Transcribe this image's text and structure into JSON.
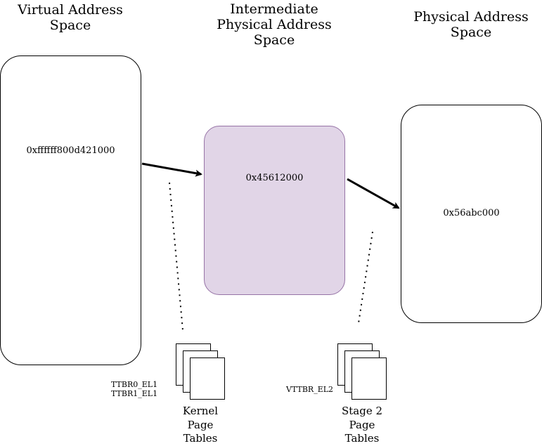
{
  "titles": {
    "virtual": "Virtual Address\nSpace",
    "intermediate": "Intermediate\nPhysical Address\nSpace",
    "physical": "Physical Address\nSpace"
  },
  "boxes": {
    "virtual_address": "0xffffff800d421000",
    "intermediate_address": "0x45612000",
    "physical_address": "0x56abc000"
  },
  "registers": {
    "kernel": "TTBR0_EL1\nTTBR1_EL1",
    "stage2": "VTTBR_EL2"
  },
  "page_tables": {
    "kernel": "Kernel\nPage\nTables",
    "stage2": "Stage 2\nPage\nTables"
  },
  "colors": {
    "intermediate_fill": "#e1d5e7",
    "intermediate_border": "#9673a6",
    "stroke": "#000000"
  }
}
